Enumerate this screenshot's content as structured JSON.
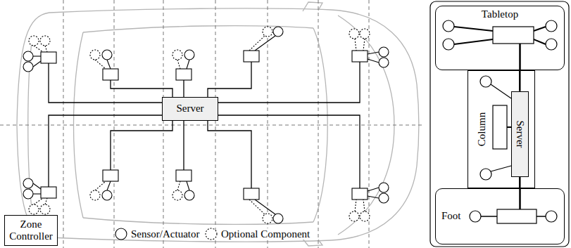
{
  "diagram": {
    "nodes": [
      {
        "text": [
          "Server"
        ]
      },
      {
        "text": [
          "Tabletop"
        ]
      },
      {
        "text": [
          "Column"
        ]
      },
      {
        "text": [
          "Server"
        ],
        "in": 2
      },
      {
        "text": [
          "Foot"
        ]
      }
    ],
    "edges": [
      {
        "from": 3,
        "to": 1,
        "arrow": "none"
      },
      {
        "from": 3,
        "to": 4,
        "arrow": "none"
      }
    ],
    "legend": [
      {
        "text": "Zone Controller"
      },
      {
        "text": "Sensor/Actuator"
      },
      {
        "text": "Optional Component"
      }
    ]
  }
}
